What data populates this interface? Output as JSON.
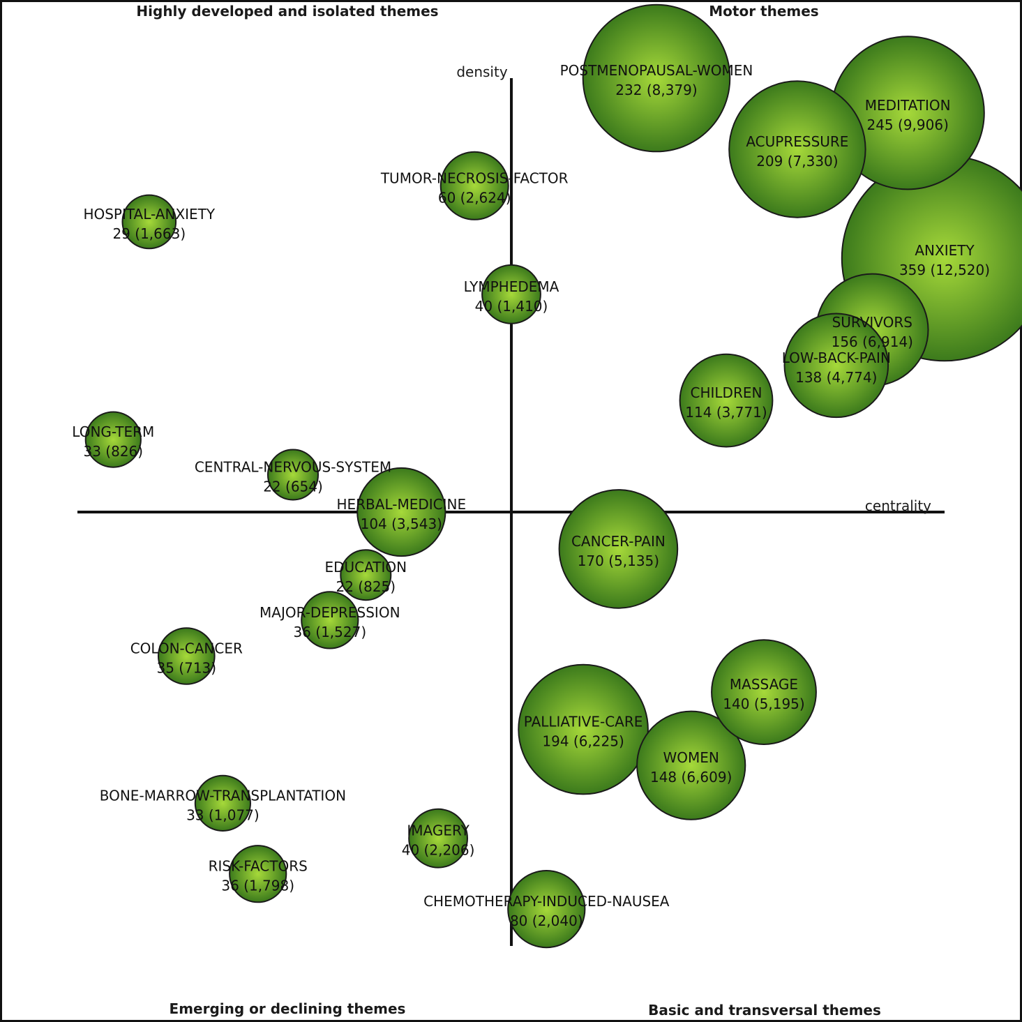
{
  "chart_data": {
    "type": "scatter",
    "subtype": "strategic-diagram",
    "xlabel": "centrality",
    "ylabel": "density",
    "grid": false,
    "legend": "none",
    "quadrants": {
      "top_left": "Highly developed and isolated themes",
      "top_right": "Motor themes",
      "bottom_left": "Emerging or declining themes",
      "bottom_right": "Basic and transversal themes"
    },
    "colors": {
      "bubble_center": "#a6d93a",
      "bubble_edge": "#3c7a1c",
      "bubble_stroke": "#1a1a1a",
      "axis": "#111111",
      "frame": "#111111"
    },
    "xlim": [
      -1,
      1
    ],
    "ylim": [
      -1,
      1
    ],
    "themes": [
      {
        "name": "POSTMENOPAUSAL-WOMEN",
        "docs": 232,
        "cites": "8,379",
        "x": 0.335,
        "y": 1.0
      },
      {
        "name": "MEDITATION",
        "docs": 245,
        "cites": "9,906",
        "x": 0.915,
        "y": 0.92
      },
      {
        "name": "ACUPRESSURE",
        "docs": 209,
        "cites": "7,330",
        "x": 0.66,
        "y": 0.836
      },
      {
        "name": "ANXIETY",
        "docs": 359,
        "cites": "12,520",
        "x": 1.0,
        "y": 0.585
      },
      {
        "name": "SURVIVORS",
        "docs": 156,
        "cites": "6,914",
        "x": 0.833,
        "y": 0.42
      },
      {
        "name": "LOW-BACK-PAIN",
        "docs": 138,
        "cites": "4,774",
        "x": 0.75,
        "y": 0.338
      },
      {
        "name": "CHILDREN",
        "docs": 114,
        "cites": "3,771",
        "x": 0.496,
        "y": 0.257
      },
      {
        "name": "TUMOR-NECROSIS-FACTOR",
        "docs": 60,
        "cites": "2,624",
        "x": -0.085,
        "y": 0.752
      },
      {
        "name": "LYMPHEDEMA",
        "docs": 40,
        "cites": "1,410",
        "x": 0.0,
        "y": 0.502
      },
      {
        "name": "HOSPITAL-ANXIETY",
        "docs": 29,
        "cites": "1,663",
        "x": -0.836,
        "y": 0.669
      },
      {
        "name": "LONG-TERM",
        "docs": 33,
        "cites": "826",
        "x": -0.919,
        "y": 0.167
      },
      {
        "name": "CENTRAL-NERVOUS-SYSTEM",
        "docs": 22,
        "cites": "654",
        "x": -0.504,
        "y": 0.086
      },
      {
        "name": "HERBAL-MEDICINE",
        "docs": 104,
        "cites": "3,543",
        "x": -0.254,
        "y": 0.0
      },
      {
        "name": "CANCER-PAIN",
        "docs": 170,
        "cites": "5,135",
        "x": 0.247,
        "y": -0.085
      },
      {
        "name": "EDUCATION",
        "docs": 22,
        "cites": "825",
        "x": -0.336,
        "y": -0.145
      },
      {
        "name": "MAJOR-DEPRESSION",
        "docs": 36,
        "cites": "1,527",
        "x": -0.419,
        "y": -0.249
      },
      {
        "name": "COLON-CANCER",
        "docs": 35,
        "cites": "713",
        "x": -0.75,
        "y": -0.332
      },
      {
        "name": "MASSAGE",
        "docs": 140,
        "cites": "5,195",
        "x": 0.583,
        "y": -0.415
      },
      {
        "name": "PALLIATIVE-CARE",
        "docs": 194,
        "cites": "6,225",
        "x": 0.166,
        "y": -0.501
      },
      {
        "name": "WOMEN",
        "docs": 148,
        "cites": "6,609",
        "x": 0.415,
        "y": -0.584
      },
      {
        "name": "BONE-MARROW-TRANSPLANTATION",
        "docs": 33,
        "cites": "1,077",
        "x": -0.666,
        "y": -0.671
      },
      {
        "name": "IMAGERY",
        "docs": 40,
        "cites": "2,206",
        "x": -0.169,
        "y": -0.752
      },
      {
        "name": "RISK-FACTORS",
        "docs": 36,
        "cites": "1,798",
        "x": -0.585,
        "y": -0.834
      },
      {
        "name": "CHEMOTHERAPY-INDUCED-NAUSEA",
        "docs": 80,
        "cites": "2,040",
        "x": 0.081,
        "y": -0.915
      }
    ]
  }
}
